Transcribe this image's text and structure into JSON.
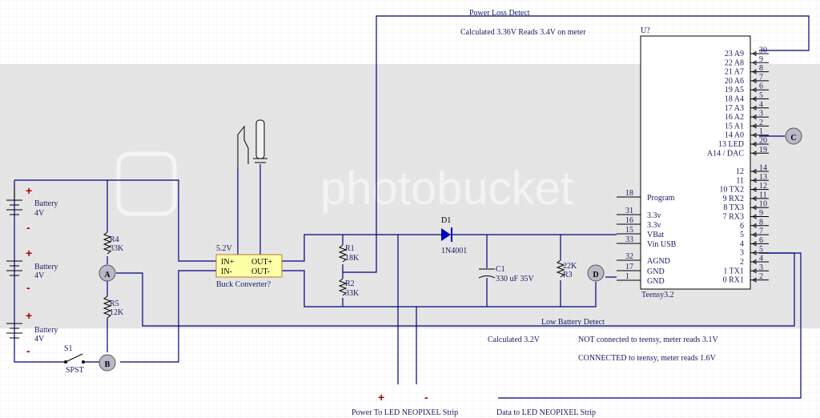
{
  "labels": {
    "power_loss": "Power Loss Detect",
    "calc_336": "Calculated 3.36V Reads 3.4V on meter",
    "low_batt": "Low Battery Detect",
    "calc_32": "Calculated 3.2V",
    "not_connected": "NOT connected to teensy, meter reads 3.1V",
    "connected": "CONNECTED to teensy, meter reads 1.6V",
    "power_led": "Power To LED NEOPIXEL Strip",
    "data_led": "Data to LED NEOPIXEL Strip",
    "buck_name": "Buck Converter?",
    "buck_v": "5.2V",
    "buck_in_pos": "IN+",
    "buck_in_neg": "IN-",
    "buck_out_pos": "OUT+",
    "buck_out_neg": "OUT-",
    "plus": "+",
    "minus": "-"
  },
  "batteries": [
    {
      "name": "Battery",
      "v": "4V"
    },
    {
      "name": "Battery",
      "v": "4V"
    },
    {
      "name": "Battery",
      "v": "4V"
    }
  ],
  "components": {
    "r4": {
      "ref": "R4",
      "val": "33K"
    },
    "r5": {
      "ref": "R5",
      "val": "12K"
    },
    "r1": {
      "ref": "R1",
      "val": "18K"
    },
    "r2": {
      "ref": "R2",
      "val": "33K"
    },
    "r3": {
      "ref": "R3",
      "val": "22K"
    },
    "d1": {
      "ref": "D1",
      "val": "1N4001"
    },
    "c1": {
      "ref": "C1",
      "val": "330 uF 35V"
    },
    "s1": {
      "ref": "S1",
      "val": "SPST"
    }
  },
  "nodes": {
    "a": "A",
    "b": "B",
    "c": "C",
    "d": "D"
  },
  "teensy": {
    "ref": "U?",
    "name": "Teensy3.2",
    "right_pins": [
      {
        "label": "23 A9",
        "num": "30"
      },
      {
        "label": "22 A8",
        "num": "9"
      },
      {
        "label": "21 A7",
        "num": "8"
      },
      {
        "label": "20 A6",
        "num": "7"
      },
      {
        "label": "19 A5",
        "num": "6"
      },
      {
        "label": "18 A4",
        "num": "5"
      },
      {
        "label": "17 A3",
        "num": "4"
      },
      {
        "label": "16 A2",
        "num": "3"
      },
      {
        "label": "15 A1",
        "num": "2"
      },
      {
        "label": "14 A0",
        "num": "1"
      },
      {
        "label": "13 LED",
        "num": "20"
      },
      {
        "label": "A14 / DAC",
        "num": "19"
      },
      {
        "label": "12",
        "num": "14"
      },
      {
        "label": "11",
        "num": "13"
      },
      {
        "label": "10 TX2",
        "num": "12"
      },
      {
        "label": "9 RX2",
        "num": "11"
      },
      {
        "label": "8 TX3",
        "num": "10"
      },
      {
        "label": "7 RX3",
        "num": "9"
      },
      {
        "label": "6",
        "num": "8"
      },
      {
        "label": "5",
        "num": "7"
      },
      {
        "label": "4",
        "num": "6"
      },
      {
        "label": "3",
        "num": "5"
      },
      {
        "label": "2",
        "num": "4"
      },
      {
        "label": "1 TX1",
        "num": "3"
      },
      {
        "label": "0 RX1",
        "num": "2"
      }
    ],
    "left_pins": [
      {
        "label": "Program",
        "num": "18"
      },
      {
        "label": "3.3v",
        "num": "31"
      },
      {
        "label": "3.3v",
        "num": "16"
      },
      {
        "label": "VBat",
        "num": "15"
      },
      {
        "label": "Vin USB",
        "num": "33"
      },
      {
        "label": "AGND",
        "num": "32"
      },
      {
        "label": "GND",
        "num": "17"
      },
      {
        "label": "GND",
        "num": "1"
      }
    ]
  },
  "watermark": "photobucket"
}
